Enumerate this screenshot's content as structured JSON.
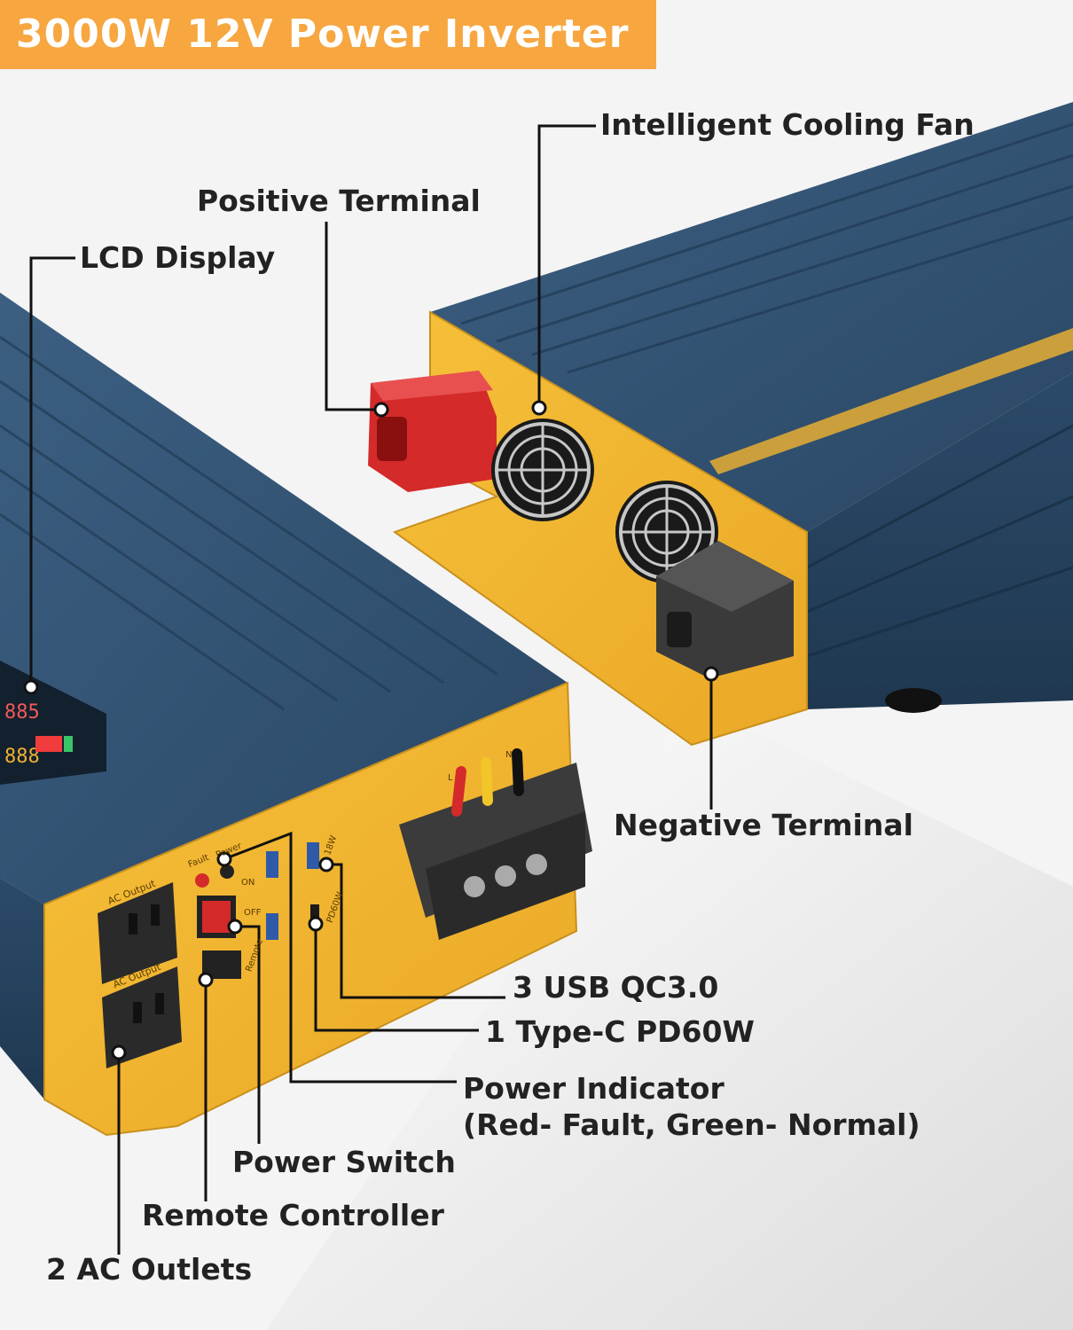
{
  "title": "3000W 12V Power Inverter",
  "callouts": {
    "cooling_fan": "Intelligent Cooling Fan",
    "positive_terminal": "Positive Terminal",
    "lcd_display": "LCD Display",
    "negative_terminal": "Negative Terminal",
    "usb": "3 USB QC3.0",
    "type_c": "1 Type-C PD60W",
    "power_indicator_line1": "Power Indicator",
    "power_indicator_line2": "(Red- Fault, Green- Normal)",
    "power_switch": "Power Switch",
    "remote_controller": "Remote Controller",
    "ac_outlets": "2 AC Outlets"
  },
  "panel_labels": {
    "ac_output": "AC Output",
    "fault": "Fault",
    "power": "Power",
    "on": "ON",
    "off": "OFF",
    "remote": "Remote",
    "usb_18w": "18W",
    "pd60w": "PD60W",
    "terminal_l": "L",
    "terminal_n": "N"
  },
  "colors": {
    "body_blue": "#2f4f6e",
    "frame_yellow": "#f2b430",
    "positive_red": "#d42a2a",
    "negative_black": "#3a3a3a",
    "banner_orange": "#f7a640"
  }
}
